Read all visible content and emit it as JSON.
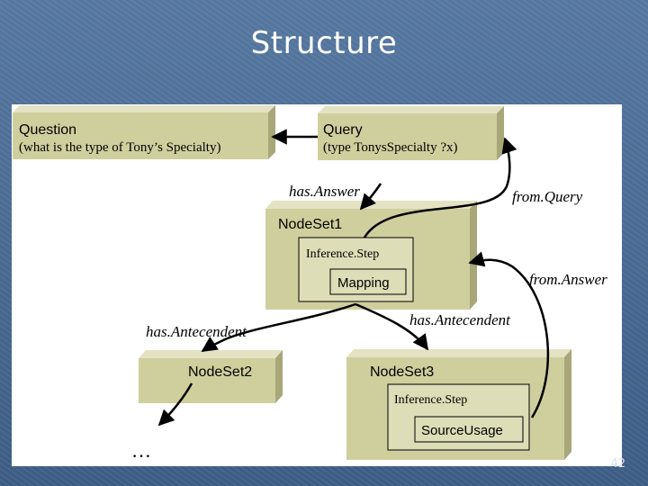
{
  "slide": {
    "title": "Structure",
    "page_number": "42"
  },
  "colors": {
    "box_face": "#cfcf9e",
    "box_top": "#e3e3c4",
    "box_side": "#a7a77a",
    "inner_face": "#ddddb8",
    "ink": "#000000"
  },
  "nodes": {
    "question": {
      "title": "Question",
      "detail": "(what is the type of Tony’s Specialty)"
    },
    "query": {
      "title": "Query",
      "detail": "(type TonysSpecialty ?x)"
    },
    "nodeset1": {
      "title": "NodeSet1",
      "inference_step": "Inference.Step",
      "rule": "Mapping"
    },
    "nodeset2": {
      "title": "NodeSet2"
    },
    "nodeset3": {
      "title": "NodeSet3",
      "inference_step": "Inference.Step",
      "source": "SourceUsage"
    }
  },
  "edges": {
    "has_answer": "has.Answer",
    "from_query": "from.Query",
    "from_answer": "from.Answer",
    "has_antecedent_left": "has.Antecendent",
    "has_antecedent_right": "has.Antecendent"
  },
  "ellipsis": "…"
}
